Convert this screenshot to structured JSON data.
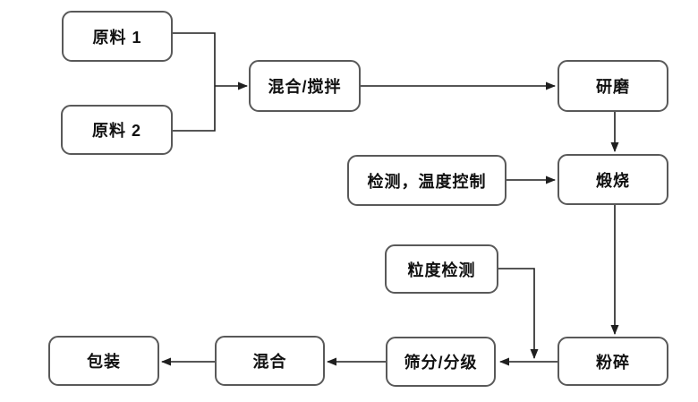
{
  "diagram": {
    "type": "flowchart",
    "colors": {
      "background": "#ffffff",
      "box_fill": "#ffffff",
      "box_border": "#595959",
      "line": "#1f1f1f",
      "text": "#111111"
    },
    "nodes": [
      {
        "id": "raw-material-1",
        "label": "原料 1"
      },
      {
        "id": "raw-material-2",
        "label": "原料 2"
      },
      {
        "id": "mix-stir",
        "label": "混合/搅拌"
      },
      {
        "id": "grinding",
        "label": "研磨"
      },
      {
        "id": "inspection-temperature-control",
        "label": "检测，温度控制"
      },
      {
        "id": "calcination",
        "label": "煅烧"
      },
      {
        "id": "particle-size-inspection",
        "label": "粒度检测"
      },
      {
        "id": "sieving-grading",
        "label": "筛分/分级"
      },
      {
        "id": "crushing",
        "label": "粉碎"
      },
      {
        "id": "mixing",
        "label": "混合"
      },
      {
        "id": "packaging",
        "label": "包装"
      }
    ],
    "edges": [
      {
        "from": "原料 1",
        "to": "混合/搅拌"
      },
      {
        "from": "原料 2",
        "to": "混合/搅拌"
      },
      {
        "from": "混合/搅拌",
        "to": "研磨"
      },
      {
        "from": "研磨",
        "to": "煅烧"
      },
      {
        "from": "检测，温度控制",
        "to": "煅烧"
      },
      {
        "from": "煅烧",
        "to": "粉碎"
      },
      {
        "from": "粉碎",
        "to": "筛分/分级"
      },
      {
        "from": "粒度检测",
        "to": "筛分/分级"
      },
      {
        "from": "筛分/分级",
        "to": "混合"
      },
      {
        "from": "混合",
        "to": "包装"
      }
    ]
  }
}
